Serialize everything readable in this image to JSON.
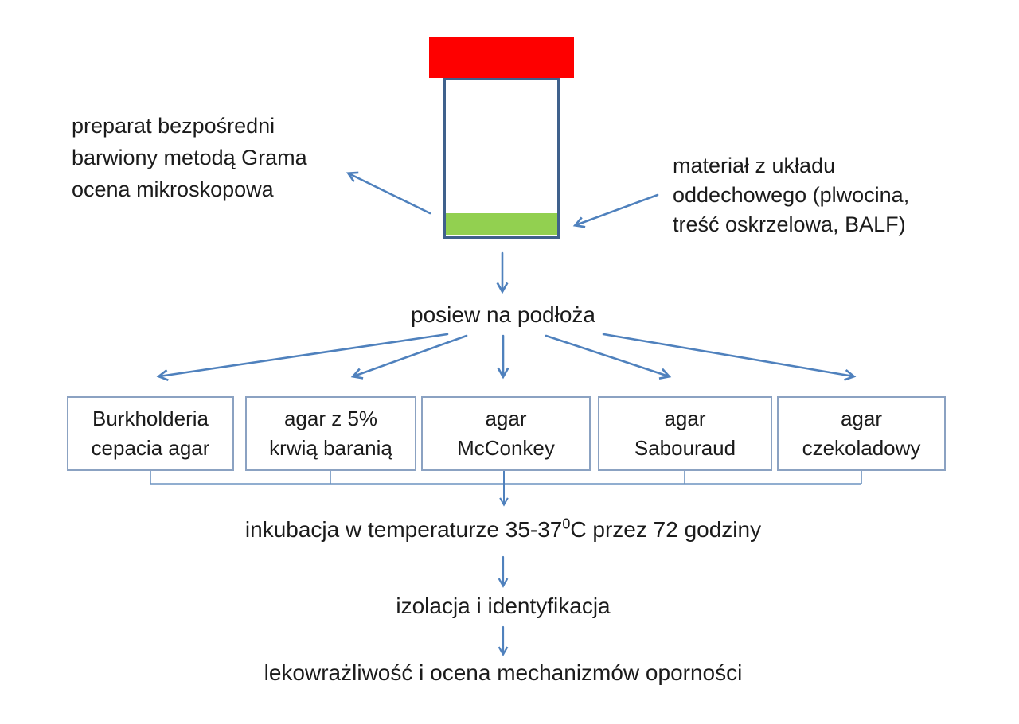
{
  "diagram": {
    "specimen_container": {
      "cap_color": "#fe0000",
      "body_border_color": "#3f618c",
      "sample_color": "#92d050"
    },
    "labels": {
      "gram_stain": {
        "line1": "preparat bezpośredni",
        "line2": "barwiony metodą Grama",
        "line3": "ocena mikroskopowa"
      },
      "material": {
        "line1": "materiał z układu",
        "line2": "oddechowego (plwocina,",
        "line3": "treść oskrzelowa, BALF)"
      }
    },
    "steps": {
      "plating": "posiew na podłoża",
      "incubation": {
        "pre": "inkubacja w temperaturze 35-37",
        "sup": "0",
        "post": "C przez 72 godziny"
      },
      "isolation": "izolacja i identyfikacja",
      "susceptibility": "lekowrażliwość i ocena mechanizmów oporności"
    },
    "media": [
      {
        "line1": "Burkholderia",
        "line2": "cepacia agar"
      },
      {
        "line1": "agar z 5%",
        "line2": "krwią baranią"
      },
      {
        "line1": "agar",
        "line2": "McConkey"
      },
      {
        "line1": "agar",
        "line2": "Sabouraud"
      },
      {
        "line1": "agar",
        "line2": "czekoladowy"
      }
    ],
    "colors": {
      "arrow": "#4f81bd",
      "connector": "#6d93c0",
      "box_border": "#8ba2c2",
      "text": "#1b1b1b",
      "background": "#ffffff"
    }
  }
}
